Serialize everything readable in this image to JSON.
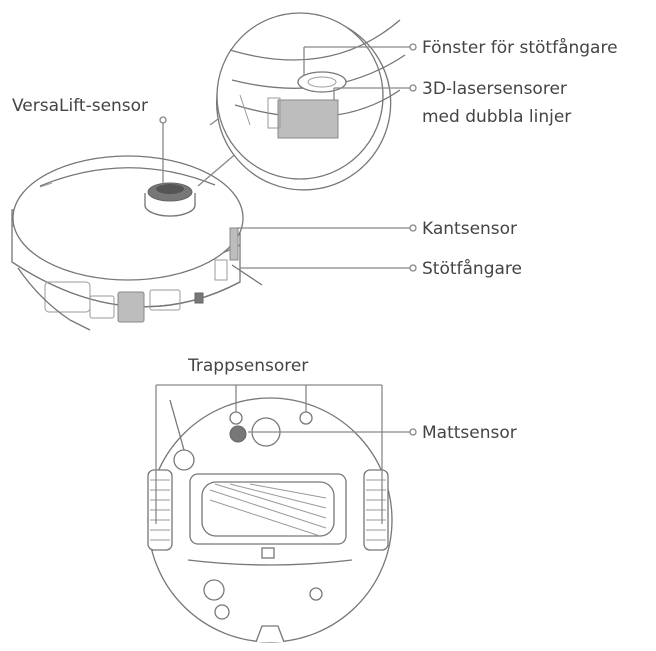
{
  "labels": {
    "bumper_window": "Fönster för stötfångare",
    "laser_line1": "3D-lasersensorer",
    "laser_line2": "med dubbla linjer",
    "versalift": "VersaLift-sensor",
    "edge": "Kantsensor",
    "bumper": "Stötfångare",
    "cliff": "Trappsensorer",
    "carpet": "Mattsensor"
  },
  "colors": {
    "line": "#888888",
    "text": "#444444",
    "outline": "#777777"
  }
}
